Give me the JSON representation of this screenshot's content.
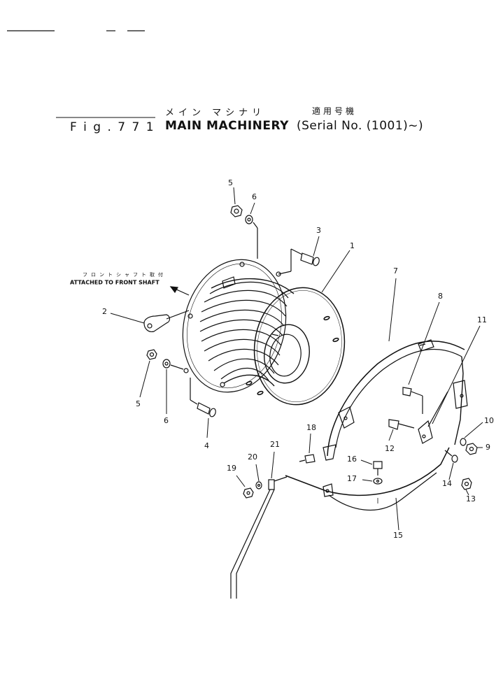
{
  "header": {
    "fig_label": "F i g . 7 7 1",
    "title_jp": "メイン マシナリ",
    "title_en": "MAIN MACHINERY",
    "applicable_jp": "適用号機",
    "serial_text": "(Serial No. (1001)~)"
  },
  "notes": {
    "front_shaft_jp": "フロントシャフト取付",
    "front_shaft_en": "ATTACHED TO FRONT SHAFT"
  },
  "callouts": [
    "1",
    "2",
    "3",
    "4",
    "5",
    "5",
    "6",
    "6",
    "7",
    "8",
    "9",
    "10",
    "11",
    "12",
    "13",
    "14",
    "15",
    "16",
    "17",
    "18",
    "19",
    "20",
    "21"
  ],
  "colors": {
    "ink": "#111111",
    "paper": "#ffffff"
  }
}
